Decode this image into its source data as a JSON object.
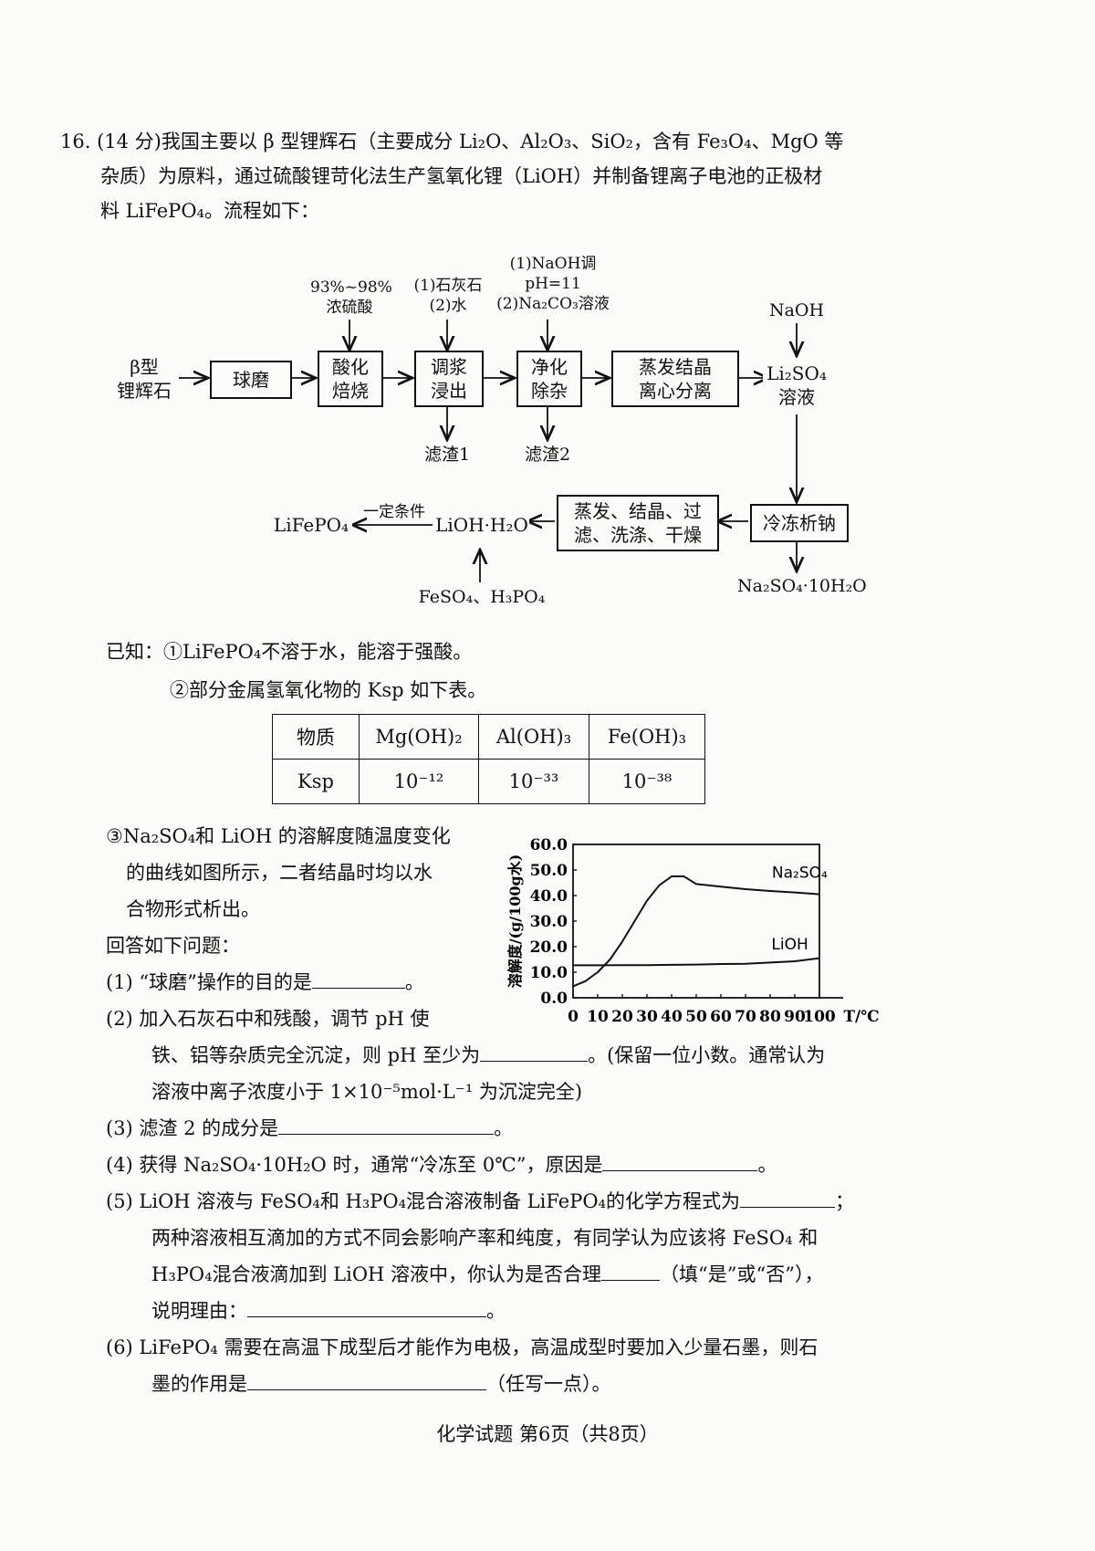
{
  "question": {
    "line1": "16. (14 分)我国主要以 β 型锂辉石（主要成分 Li₂O、Al₂O₃、SiO₂，含有 Fe₃O₄、MgO 等",
    "line2": "杂质）为原料，通过硫酸锂苛化法生产氢氧化锂（LiOH）并制备锂离子电池的正极材",
    "line3": "料 LiFePO₄。流程如下："
  },
  "flow": {
    "boxes": {
      "ore": "β型\n锂辉石",
      "ball_mill": "球磨",
      "acid_roast": "酸化\n焙烧",
      "slurry_leach": "调浆\n浸出",
      "purify": "净化\n除杂",
      "evap_centrifuge": "蒸发结晶\n离心分离",
      "li2so4": "Li₂SO₄\n溶液",
      "freeze": "冷冻析钠",
      "evap_wash": "蒸发、结晶、过\n滤、洗涤、干燥",
      "lioh_h2o": "LiOH·H₂O",
      "lifepo4": "LiFePO₄"
    },
    "labels": {
      "acid": "93%~98%\n浓硫酸",
      "limestone": "(1)石灰石\n(2)水",
      "naoh_na2co3": "(1)NaOH调\npH=11\n(2)Na₂CO₃溶液",
      "naoh": "NaOH",
      "residue1": "滤渣1",
      "residue2": "滤渣2",
      "na2so4_hydrate": "Na₂SO₄·10H₂O",
      "condition": "一定条件",
      "feso4_h3po4": "FeSO₄、H₃PO₄"
    }
  },
  "known": {
    "k1": "已知：①LiFePO₄不溶于水，能溶于强酸。",
    "k2": "②部分金属氢氧化物的 Ksp 如下表。",
    "table": {
      "headers": [
        "物质",
        "Mg(OH)₂",
        "Al(OH)₃",
        "Fe(OH)₃"
      ],
      "row_label": "Ksp",
      "values": [
        "10⁻¹²",
        "10⁻³³",
        "10⁻³⁸"
      ]
    },
    "k3_l1": "③Na₂SO₄和 LiOH 的溶解度随温度变化",
    "k3_l2": "的曲线如图所示，二者结晶时均以水",
    "k3_l3": "合物形式析出。"
  },
  "chart_data": {
    "type": "line",
    "ylabel": "溶解度/(g/100g水)",
    "xlabel": "T/℃",
    "xlim": [
      0,
      100
    ],
    "ylim": [
      0,
      60
    ],
    "x_ticks": [
      "0",
      "10",
      "20",
      "30",
      "40",
      "50",
      "60",
      "70",
      "80",
      "90",
      "100"
    ],
    "y_ticks": [
      "0.0",
      "10.0",
      "20.0",
      "30.0",
      "40.0",
      "50.0",
      "60.0"
    ],
    "series": [
      {
        "name": "Na₂SO₄",
        "x": [
          0,
          5,
          10,
          15,
          20,
          25,
          30,
          35,
          40,
          45,
          50,
          60,
          70,
          80,
          90,
          100
        ],
        "y": [
          4.5,
          6.5,
          10,
          15,
          22,
          30,
          38,
          44,
          47.5,
          47.5,
          44.5,
          43.5,
          42.5,
          41.8,
          41.2,
          40.5
        ]
      },
      {
        "name": "LiOH",
        "x": [
          0,
          10,
          20,
          30,
          40,
          50,
          60,
          70,
          80,
          90,
          100
        ],
        "y": [
          12.7,
          12.7,
          12.8,
          12.8,
          12.9,
          13.0,
          13.2,
          13.3,
          13.8,
          14.3,
          15.5
        ]
      }
    ]
  },
  "questions": {
    "intro": "回答如下问题：",
    "q1": "(1) “球磨”操作的目的是",
    "q1_end": "。",
    "q2_l1": "(2) 加入石灰石中和残酸，调节 pH 使",
    "q2_l2a": "铁、铝等杂质完全沉淀，则 pH 至少为",
    "q2_l2b": "。(保留一位小数。通常认为",
    "q2_l3": "溶液中离子浓度小于 1×10⁻⁵mol·L⁻¹ 为沉淀完全)",
    "q3": "(3) 滤渣 2 的成分是",
    "q3_end": "。",
    "q4": "(4) 获得 Na₂SO₄·10H₂O 时，通常“冷冻至 0℃”，原因是",
    "q4_end": "。",
    "q5_l1": "(5) LiOH 溶液与 FeSO₄和 H₃PO₄混合溶液制备 LiFePO₄的化学方程式为",
    "q5_l1_end": "；",
    "q5_l2": "两种溶液相互滴加的方式不同会影响产率和纯度，有同学认为应该将 FeSO₄ 和",
    "q5_l3a": "H₃PO₄混合液滴加到 LiOH 溶液中，你认为是否合理",
    "q5_l3b": "（填“是”或“否”），",
    "q5_l4": "说明理由：",
    "q5_l4_end": "。",
    "q6_l1": "(6) LiFePO₄ 需要在高温下成型后才能作为电极，高温成型时要加入少量石墨，则石",
    "q6_l2": "墨的作用是",
    "q6_l2_end": "（任写一点）。"
  },
  "footer": "化学试题  第6页（共8页）"
}
